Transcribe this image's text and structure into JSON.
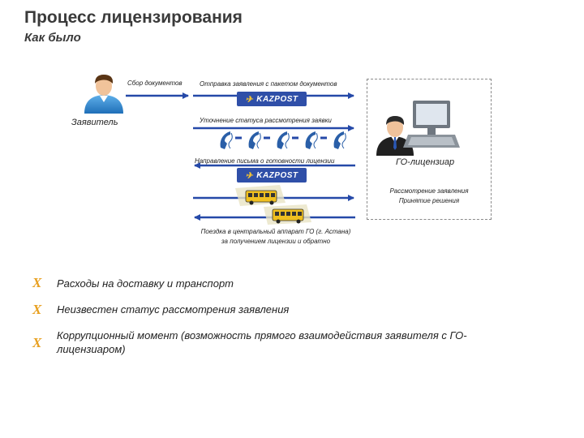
{
  "title": "Процесс лицензирования",
  "subtitle": "Как было",
  "diagram": {
    "applicant_label": "Заявитель",
    "licensor_label": "ГО-лицензиар",
    "collect_docs": "Сбор документов",
    "send_application": "Отправка заявления с пакетом документов",
    "status_clarify": "Уточнение статуса рассмотрения заявки",
    "readiness_letter": "Направление письма о готовности лицензии",
    "review_line1": "Рассмотрение заявления",
    "review_line2": "Принятие решения",
    "trip_line1": "Поездка в центральный аппарат ГО (г. Астана)",
    "trip_line2": "за получением лицензии и обратно",
    "kazpost": "KAZPOST"
  },
  "colors": {
    "arrow": "#2549a8",
    "kazpost_bg": "#2f4fa8",
    "kazpost_wing": "#f2c232",
    "bullet": "#e8a020"
  },
  "icons": [
    "applicant-icon",
    "licensor-icon",
    "computer-icon",
    "phone-icon",
    "bus-icon",
    "kazpost-logo"
  ],
  "points": [
    {
      "mark": "X",
      "text": "Расходы на доставку и транспорт"
    },
    {
      "mark": "X",
      "text": "Неизвестен статус рассмотрения заявления"
    },
    {
      "mark": "X",
      "text_line1": "Коррупционный момент (возможность прямого взаимодействия заявителя с ГО-",
      "text_line2": "лицензиаром)"
    }
  ]
}
